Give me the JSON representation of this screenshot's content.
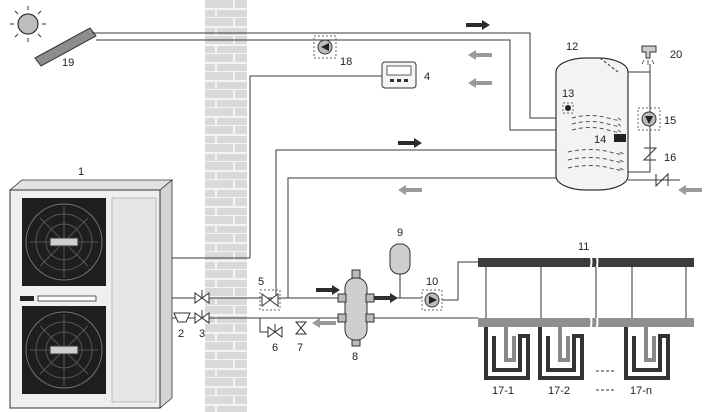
{
  "labels": {
    "heat_pump": "1",
    "filter": "2",
    "valve_3": "3",
    "controller": "4",
    "valve_5": "5",
    "valve_6": "6",
    "valve_7": "7",
    "balance_tank": "8",
    "expansion_vessel": "9",
    "pump_10": "10",
    "manifold": "11",
    "dhw_tank": "12",
    "sensor_13": "13",
    "heater_14": "14",
    "pump_15": "15",
    "check_valve_16": "16",
    "loop_1": "17-1",
    "loop_2": "17-2",
    "loop_n": "17-n",
    "pump_18": "18",
    "solar_panel": "19",
    "tap_20": "20"
  },
  "colors": {
    "supply_arrow": "#2b2b2b",
    "return_arrow": "#9a9a9a",
    "supply_manifold": "#3b3b3b",
    "return_manifold": "#8f8f8f",
    "wall": "#d6d6d6",
    "unit_body": "#efefef"
  }
}
